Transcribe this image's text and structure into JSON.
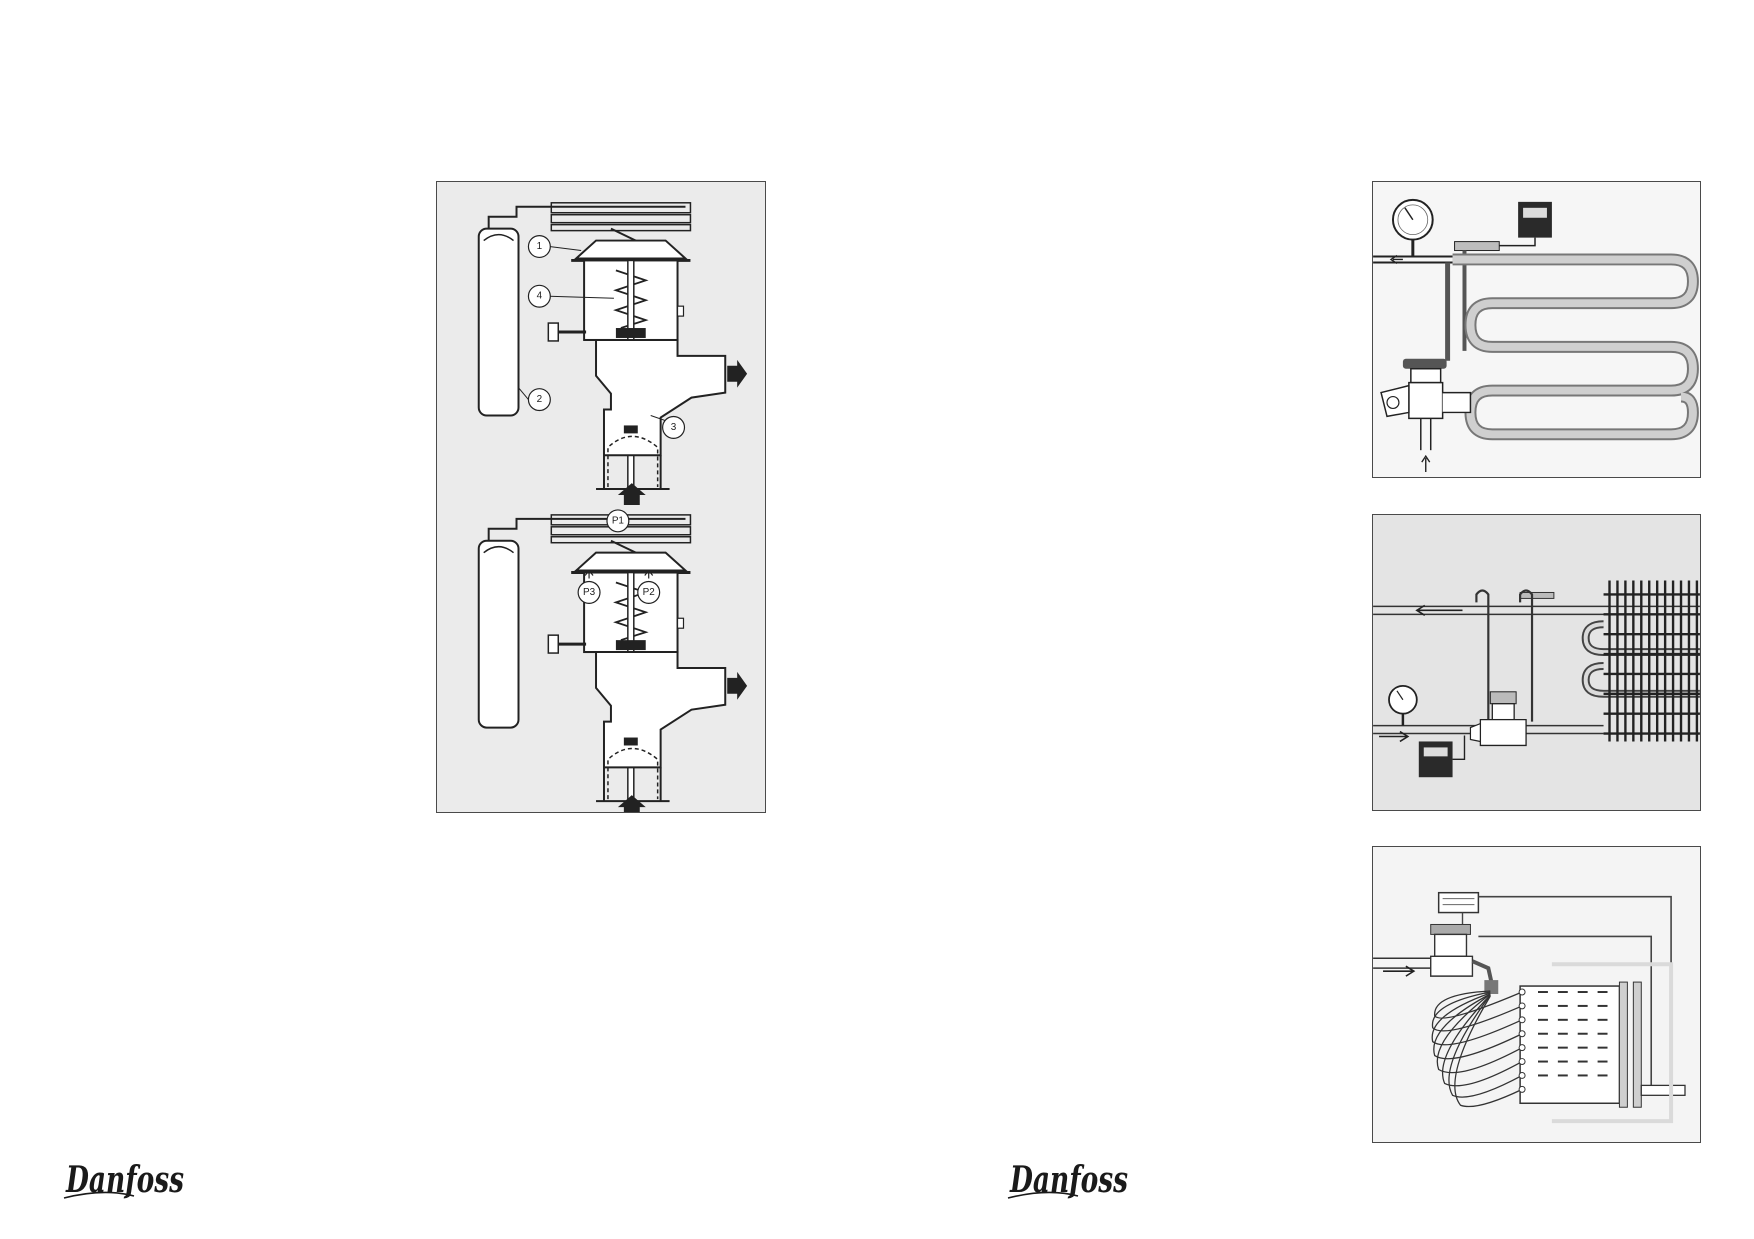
{
  "figures": {
    "valve_top": {
      "callouts": [
        "1",
        "4",
        "2",
        "3"
      ]
    },
    "valve_bottom": {
      "callouts": [
        "P1",
        "P3",
        "P2"
      ]
    }
  },
  "logo": {
    "text": "Danfoss"
  },
  "colors": {
    "figure_bg": "#ebebeb",
    "ink": "#2a2a2a",
    "paper": "#ffffff"
  }
}
